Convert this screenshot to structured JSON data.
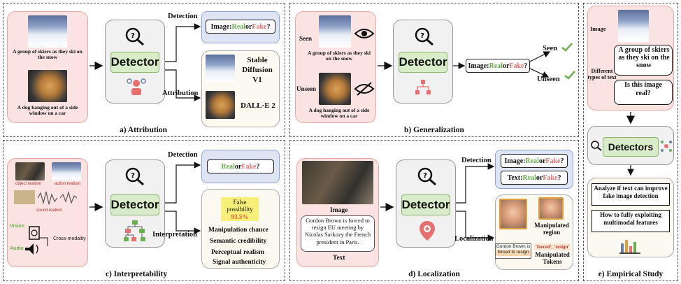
{
  "panels": {
    "a": {
      "caption": "a) Attribution",
      "image1_caption": "A group of skiers as they ski on the snow",
      "image2_caption": "A dog hanging out of a side window on a car",
      "detector": "Detector",
      "detection_label": "Detection",
      "detection_query_prefix": "Image: ",
      "real": "Real",
      "or": " or ",
      "fake": "Fake",
      "query_suffix": " ?",
      "attribution_label": "Attribution",
      "model1": "Stable Diffusion V1",
      "model2": "DALL·E 2"
    },
    "b": {
      "caption": "b) Generalization",
      "seen": "Seen",
      "unseen": "Unseen",
      "image1_caption": "A group of skiers as they ski on the snow",
      "image2_caption": "A dog hanging out of a side window on a car",
      "detector": "Detector",
      "query_prefix": "Image: ",
      "real": "Real",
      "or": " or ",
      "fake": "Fake",
      "query_suffix": " ?",
      "out_seen": "Seen",
      "out_unseen": "Unseen"
    },
    "c": {
      "caption": "c) Interpretability",
      "object_realism": "object realism",
      "action_realism": "action realism",
      "sound_realism": "sound realism",
      "vision": "Vision",
      "audio": "Audio",
      "cross_modality": "Cross-modality",
      "detector": "Detector",
      "detection_label": "Detection",
      "real": "Real",
      "or": " or ",
      "fake": "Fake",
      "query_suffix": " ?",
      "interpretation_label": "Interpretation",
      "false_possibility": "False possibility",
      "percent": "93.5%",
      "items": [
        "Manipulation chance",
        "Semantic credibility",
        "Perceptual realism",
        "Signal authenticity"
      ]
    },
    "d": {
      "caption": "d) Localization",
      "image_label": "Image",
      "text": "Gordon Brown is forced to resign EU meeting by Nicolas Sarkozy the French president in Paris.",
      "text_label": "Text",
      "detector": "Detector",
      "detection_label": "Detection",
      "q1_prefix": "Image: ",
      "q2_prefix": "Text: ",
      "real": "Real",
      "or": " or ",
      "fake": "Fake",
      "query_suffix": " ?",
      "localization_label": "Localization",
      "manipulated_region": "Manipulated region",
      "snippet_line1": "Gordon Brown is",
      "snippet_line2": "forced to resign",
      "tokens": "'forced', 'resign'",
      "manipulated_tokens": "Manipulated Tokens"
    },
    "e": {
      "caption": "e) Empirical Study",
      "image_label": "Image",
      "text_types": "Different types of text",
      "bubble1": "A group of skiers as they ski on the snow",
      "bubble2": "Is this image real?",
      "detectors": "Detectors",
      "analysis1": "Analyze if text can improve fake image detection",
      "analysis2": "How to fully exploiting multimodal features"
    }
  },
  "colors": {
    "real": "#6ab04c",
    "fake": "#e76f6f",
    "pink_panel": "#fbe3e1",
    "detector_green": "#d9ecc9",
    "blue_box": "#dde4f4"
  }
}
